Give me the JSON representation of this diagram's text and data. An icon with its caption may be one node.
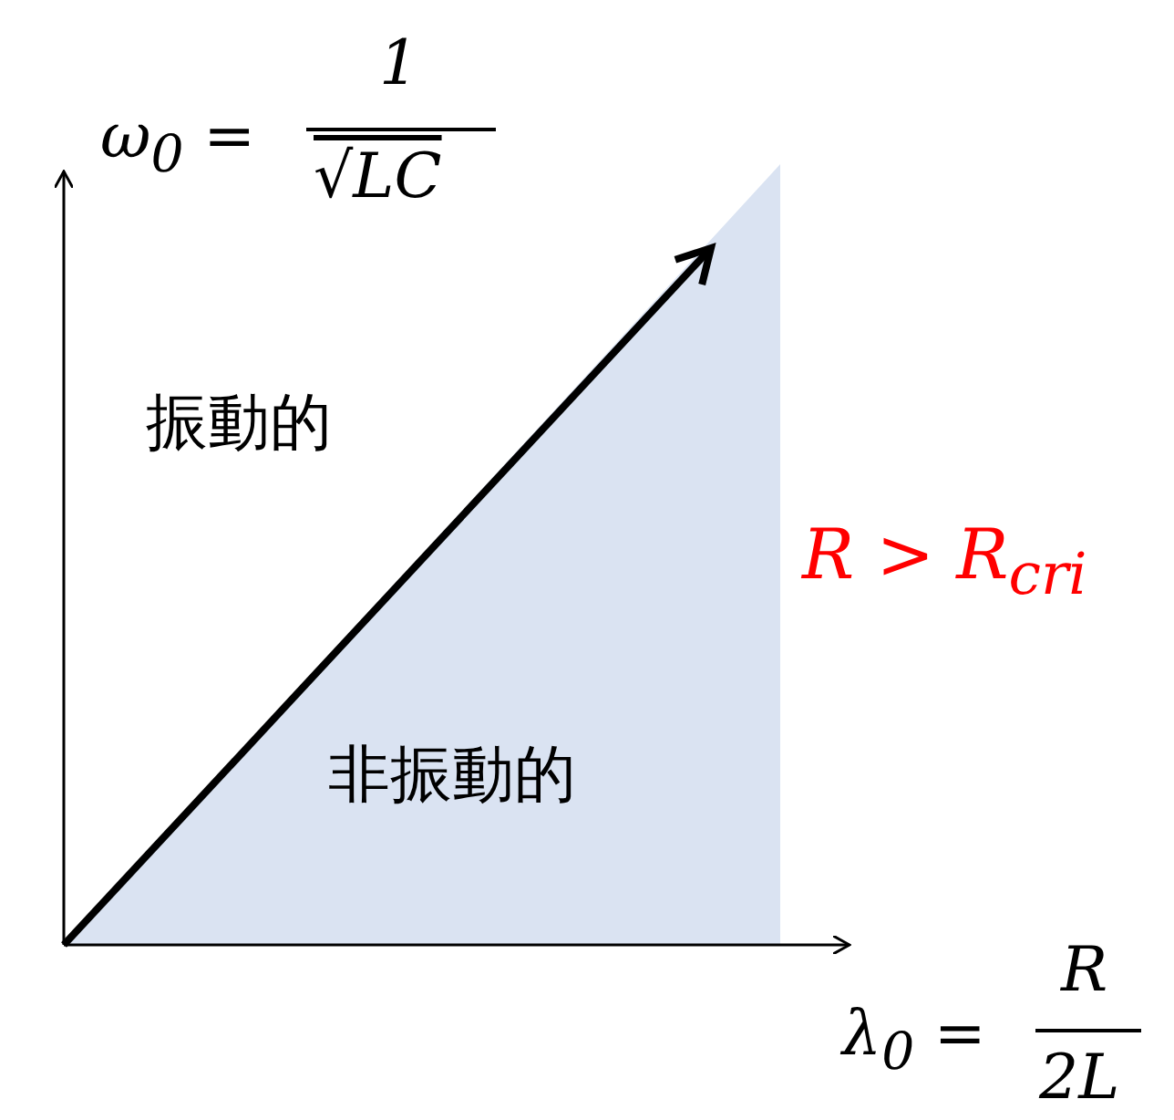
{
  "diagram": {
    "labels": [
      "ω$_{0}$ =",
      "1",
      "√LC",
      "振動的",
      "非振動的",
      "R > R$_{cri}$",
      "λ$_{0}$ =",
      "R",
      "2L"
    ]
  }
}
